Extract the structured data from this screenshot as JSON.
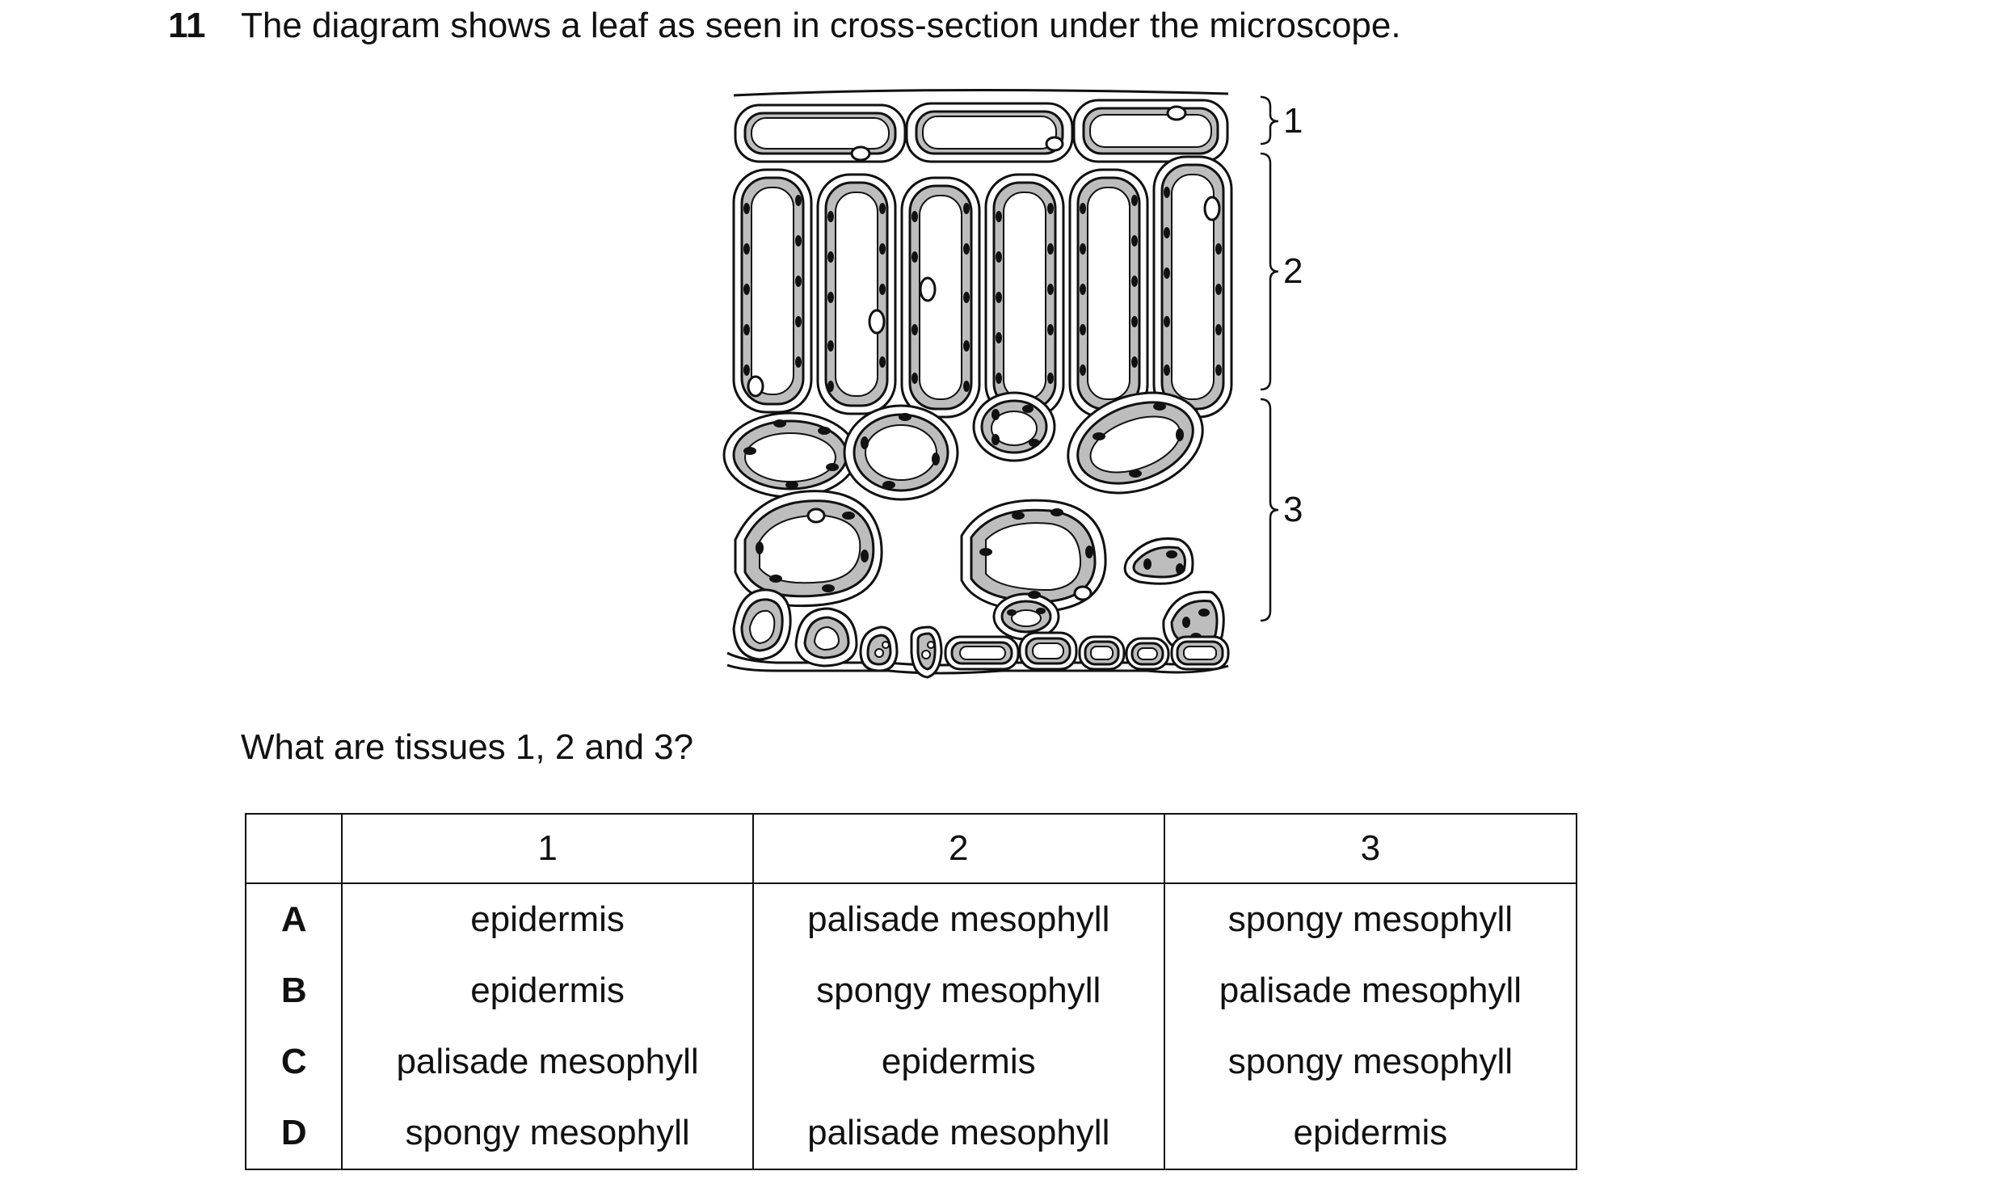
{
  "question": {
    "number": "11",
    "text": "The diagram shows a leaf as seen in cross-section under the microscope.",
    "prompt": "What are tissues 1, 2 and 3?"
  },
  "diagram": {
    "labels": [
      "1",
      "2",
      "3"
    ]
  },
  "table": {
    "headers": [
      "",
      "1",
      "2",
      "3"
    ],
    "rows": [
      {
        "letter": "A",
        "t1": "epidermis",
        "t2": "palisade mesophyll",
        "t3": "spongy mesophyll"
      },
      {
        "letter": "B",
        "t1": "epidermis",
        "t2": "spongy mesophyll",
        "t3": "palisade mesophyll"
      },
      {
        "letter": "C",
        "t1": "palisade mesophyll",
        "t2": "epidermis",
        "t3": "spongy mesophyll"
      },
      {
        "letter": "D",
        "t1": "spongy mesophyll",
        "t2": "palisade mesophyll",
        "t3": "epidermis"
      }
    ]
  },
  "colors": {
    "ink": "#111111",
    "cytoplasm": "#bdbdbd",
    "background": "#ffffff"
  }
}
